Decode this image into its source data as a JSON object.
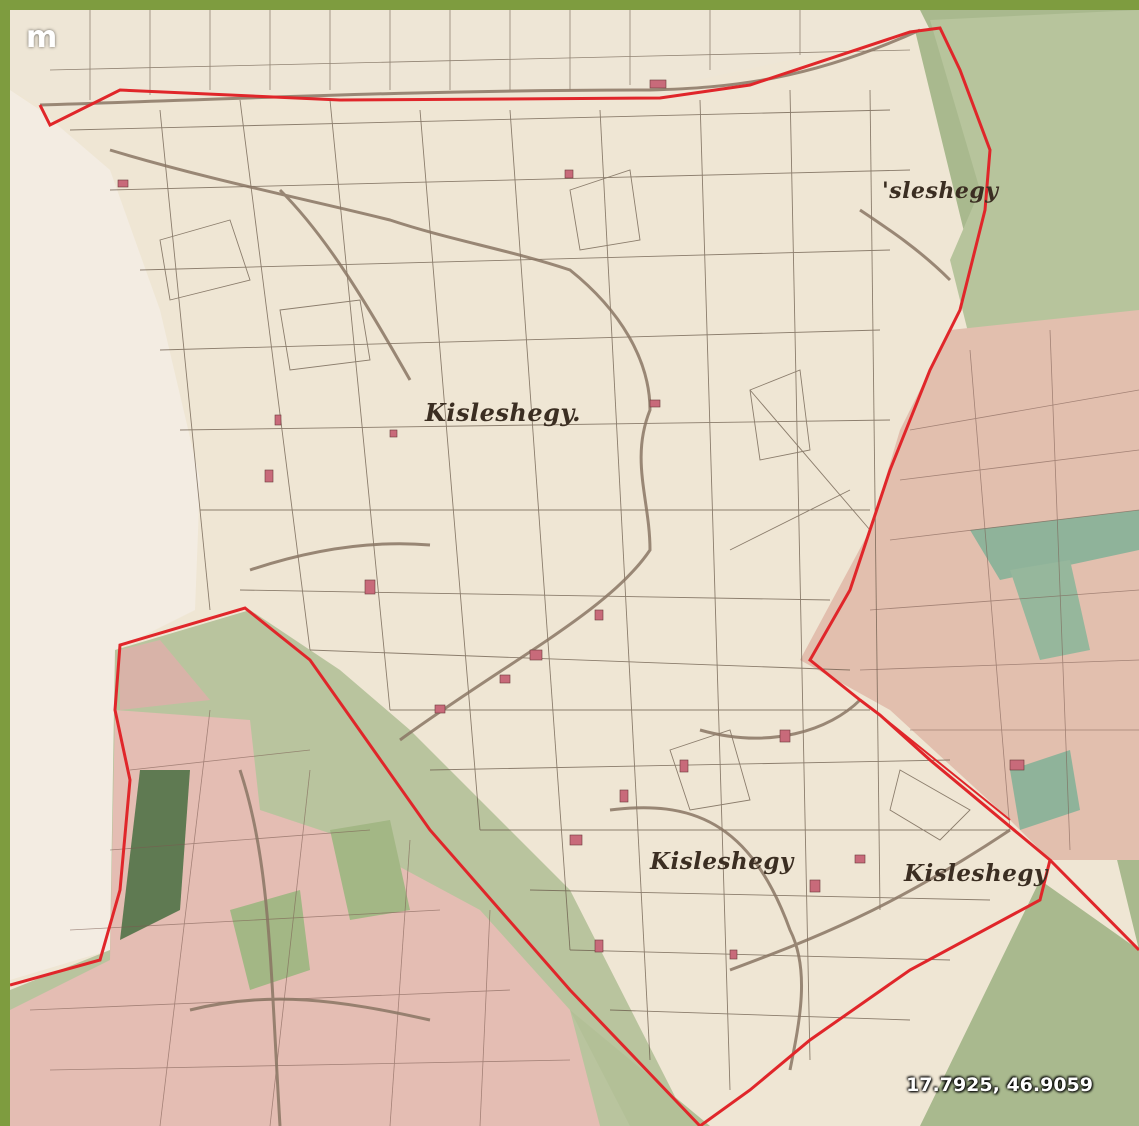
{
  "logo_text": "m",
  "place_labels": {
    "center": "Kisleshegy.",
    "top_right": "'sleshegy",
    "lower_middle": "Kisleshegy",
    "lower_right": "Kisleshegy"
  },
  "coordinates": "17.7925, 46.9059",
  "colors": {
    "frame": "#7e9c3f",
    "boundary": "#e0262a",
    "paper": "#efe6d4",
    "meadow": "#a9b98e",
    "plot_pink": "#e5c0b2",
    "road": "#8a7664"
  }
}
